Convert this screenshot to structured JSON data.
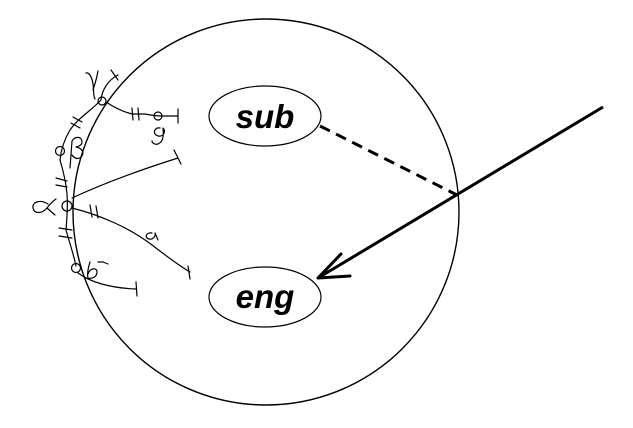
{
  "nodes": {
    "sub": {
      "label": "sub"
    },
    "eng": {
      "label": "eng"
    }
  },
  "sketch_labels": {
    "gamma": "γ",
    "beta": "β",
    "alpha": "α",
    "b": "b",
    "g": "g",
    "a": "a"
  },
  "colors": {
    "stroke": "#000000",
    "background": "#ffffff"
  }
}
